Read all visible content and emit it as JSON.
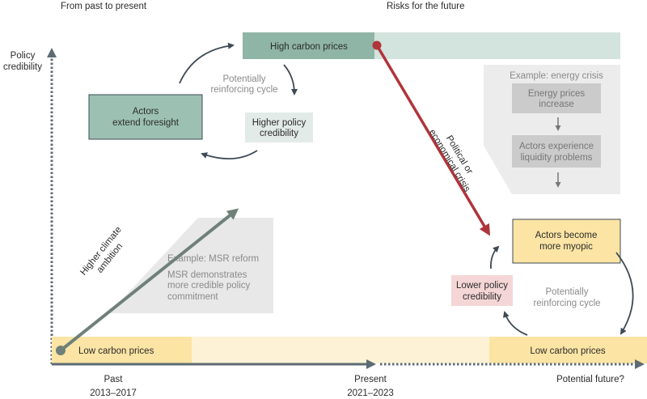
{
  "headers": {
    "left": "From past to present",
    "right": "Risks for the future"
  },
  "y_axis": {
    "label": [
      "Policy",
      "credibility"
    ]
  },
  "x_axis": {
    "ticks": [
      {
        "label": "Past",
        "years": "2013–2017"
      },
      {
        "label": "Present",
        "years": "2021–2023"
      },
      {
        "label": "Potential future?",
        "years": ""
      }
    ]
  },
  "top_band": {
    "label": "High carbon prices"
  },
  "bottom_band": {
    "left_label": "Low carbon prices",
    "right_label": "Low carbon prices"
  },
  "past_cycle": {
    "actors": [
      "Actors",
      "extend foresight"
    ],
    "credibility": [
      "Higher policy",
      "credibility"
    ],
    "cycle_label": [
      "Potentially",
      "reinforcing cycle"
    ]
  },
  "ambition_arrow": {
    "label": [
      "Higher climate",
      "ambition"
    ]
  },
  "msr_example": {
    "title": "Example: MSR reform",
    "lines": [
      "MSR demonstrates",
      "more credible policy",
      "commitment"
    ]
  },
  "crisis_arrow": {
    "label": [
      "Political or",
      "economical crisis"
    ]
  },
  "energy_example": {
    "title": "Example: energy crisis",
    "step1": [
      "Energy prices",
      "increase"
    ],
    "step2": [
      "Actors experience",
      "liquidity problems"
    ]
  },
  "future_cycle": {
    "actors": [
      "Actors become",
      "more myopic"
    ],
    "credibility": [
      "Lower policy",
      "credibility"
    ],
    "cycle_label": [
      "Potentially",
      "reinforcing cycle"
    ]
  },
  "colors": {
    "green_dark": "#8fb5a6",
    "green_light": "#d3e3dd",
    "red": "#b0343a",
    "yellow_dark": "#fbe4a4",
    "yellow_light": "#fdf2d6",
    "pink": "#f5d6d6",
    "axis": "#5d6b73"
  }
}
